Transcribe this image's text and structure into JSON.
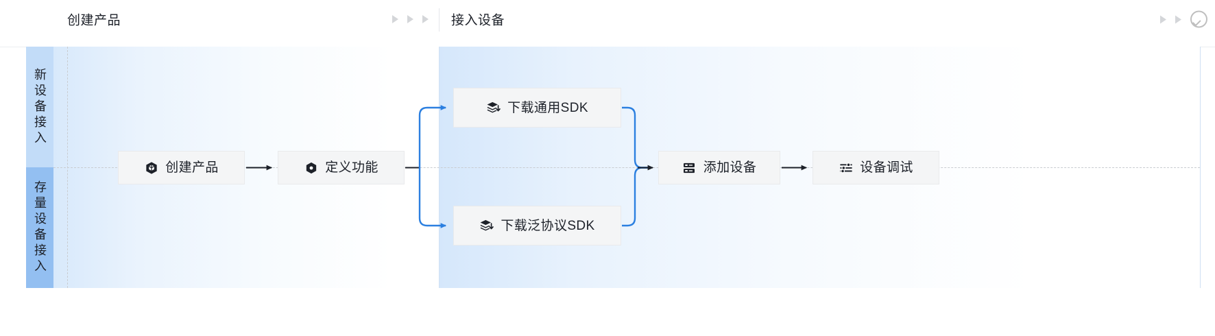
{
  "header": {
    "stage1_label": "创建产品",
    "stage2_label": "接入设备",
    "progress_icon_1": "triangle-right-icon",
    "progress_icon_2": "triangle-right-icon",
    "progress_icon_3": "triangle-right-icon",
    "progress_icon_4": "triangle-right-icon",
    "progress_icon_5": "triangle-right-icon",
    "complete_icon": "check-circle-icon"
  },
  "sidebar": {
    "lanes": [
      {
        "label": "新设备接入",
        "color": "#c2dcf8"
      },
      {
        "label": "存量设备接入",
        "color": "#93bff1"
      }
    ]
  },
  "flow": {
    "nodes": [
      {
        "id": "create-product",
        "label": "创建产品",
        "icon": "cube-icon"
      },
      {
        "id": "define-function",
        "label": "定义功能",
        "icon": "hexagon-dot-icon"
      },
      {
        "id": "download-generic-sdk",
        "label": "下载通用SDK",
        "icon": "layers-download-icon"
      },
      {
        "id": "download-protocol-sdk",
        "label": "下载泛协议SDK",
        "icon": "layers-download-icon"
      },
      {
        "id": "add-device",
        "label": "添加设备",
        "icon": "device-server-icon"
      },
      {
        "id": "device-debug",
        "label": "设备调试",
        "icon": "sliders-icon"
      }
    ],
    "edge_color_primary": "#1d2129",
    "edge_color_branch": "#2b7fe0"
  },
  "colors": {
    "zone_start": "#d8e9fb",
    "node_fill": "#f4f5f6",
    "node_border": "#e9eaec",
    "accent_blue": "#2b7fe0",
    "lane_light": "#c2dcf8",
    "lane_dark": "#93bff1",
    "guide_dash": "#c9ccd0"
  }
}
